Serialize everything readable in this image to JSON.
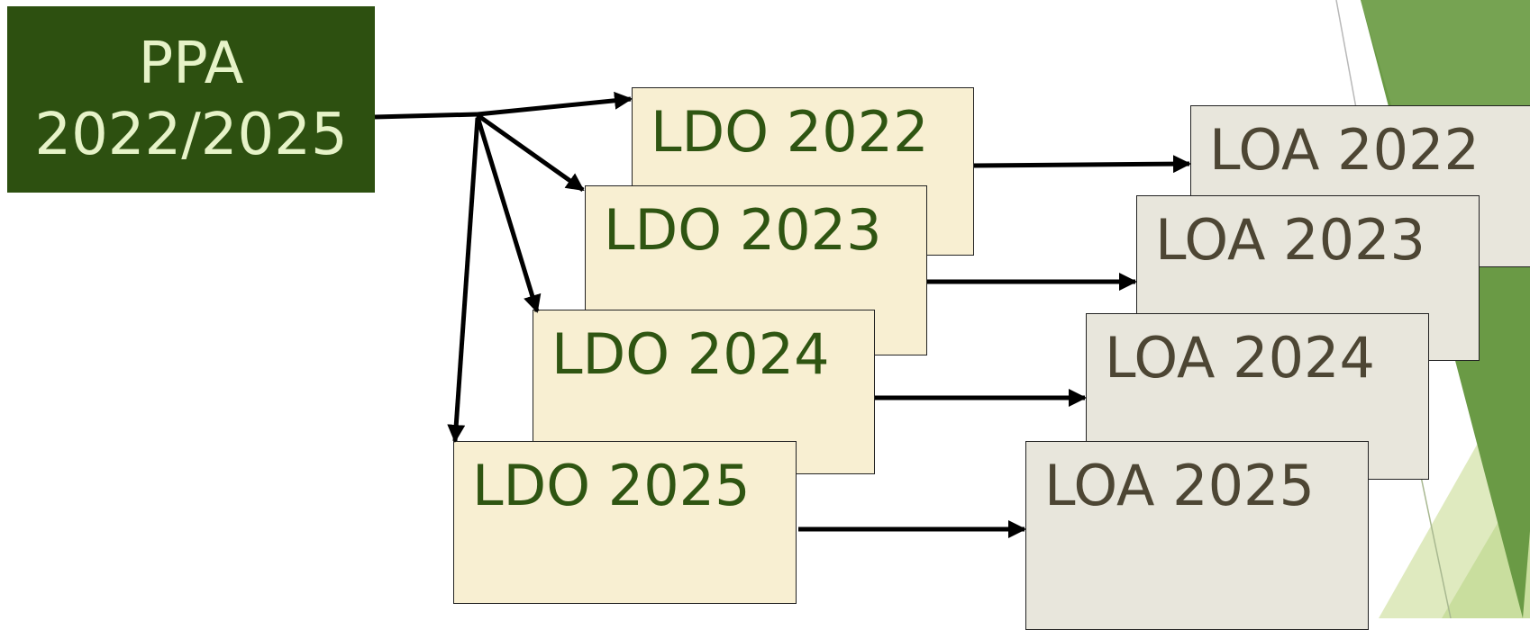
{
  "ppa": {
    "line1": "PPA",
    "line2": "2022/2025"
  },
  "ldo": [
    "LDO 2022",
    "LDO 2023",
    "LDO 2024",
    "LDO 2025"
  ],
  "loa": [
    "LOA 2022",
    "LOA 2023",
    "LOA 2024",
    "LOA 2025"
  ],
  "colors": {
    "ppa_fill": "#2d5010",
    "ppa_text": "#e6f3c8",
    "ldo_fill": "#f8efd2",
    "ldo_text": "#2f5512",
    "loa_fill": "#e8e6dc",
    "loa_text": "#4d4634",
    "arrow": "#000000",
    "accent_green": "#6a9a45"
  }
}
